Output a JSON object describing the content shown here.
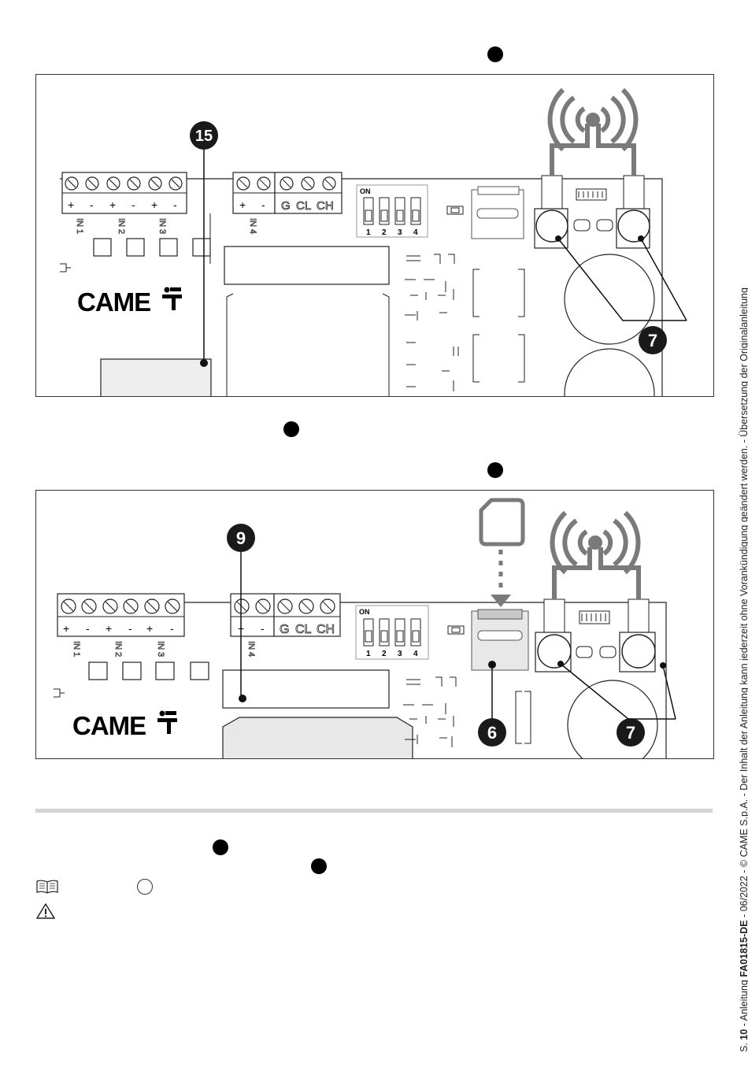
{
  "figure1": {
    "callouts": [
      "15",
      "7"
    ],
    "brand": "CAME",
    "terminal_signs": [
      "+",
      "-",
      "+",
      "-",
      "+",
      "-",
      "+",
      "-"
    ],
    "input_labels": [
      "IN 1",
      "IN 2",
      "IN 3",
      "IN 4"
    ],
    "terminal_labels": [
      "G",
      "CL",
      "CH"
    ],
    "dip_label": "ON",
    "dip_numbers": [
      "1",
      "2",
      "3",
      "4"
    ]
  },
  "figure2": {
    "callouts": [
      "9",
      "6",
      "7"
    ],
    "brand": "CAME",
    "terminal_signs": [
      "+",
      "-",
      "+",
      "-",
      "+",
      "-",
      "+",
      "-"
    ],
    "input_labels": [
      "IN 1",
      "IN 2",
      "IN 3",
      "IN 4"
    ],
    "terminal_labels": [
      "G",
      "CL",
      "CH"
    ],
    "dip_label": "ON",
    "dip_numbers": [
      "1",
      "2",
      "3",
      "4"
    ]
  },
  "footer": {
    "page_prefix": "S. ",
    "page_number": "10",
    "manual_prefix": " - Anleitung ",
    "manual_code": "FA01815-DE",
    "rest": " - 06/2022 - © CAME S.p.A. - Der Inhalt der Anleitung kann jederzeit ohne Vorankündigung geändert werden. - Übersetzung der Originalanleitung"
  },
  "icons": [
    "book-icon",
    "warning-icon",
    "antenna-icon",
    "sim-card-icon",
    "came-logo"
  ],
  "colors": {
    "accent_gray": "#7a7a7a",
    "callout_black": "#1a1a1a",
    "rule": "#d4d4d4"
  }
}
